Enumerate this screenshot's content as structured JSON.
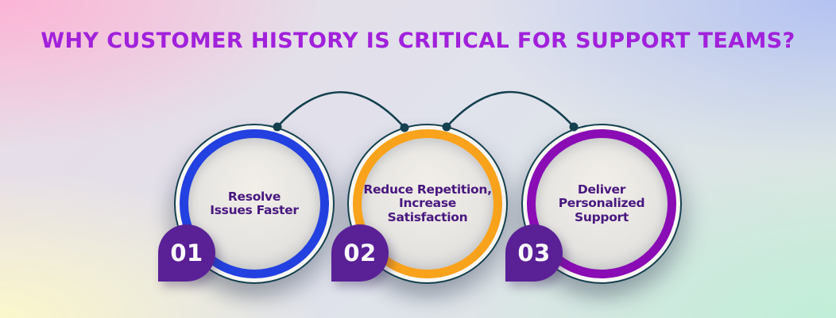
{
  "title": "WHY CUSTOMER HISTORY IS CRITICAL FOR SUPPORT TEAMS?",
  "colors": {
    "title_text": "#A121DB",
    "label_text": "#49187F",
    "badge_bg": "#5A2096",
    "badge_text": "#FFFFFF",
    "outline_and_arcs": "#14404F",
    "ring_blue": "#2340E0",
    "ring_orange": "#F9A21B",
    "ring_purple": "#8A0CB5",
    "bg_top_left": "#FCB4D6",
    "bg_top_right": "#B4C2F2",
    "bg_bottom_left": "#FBF7CB",
    "bg_bottom_right": "#C0EED8"
  },
  "steps": [
    {
      "number": "01",
      "lines": [
        "Resolve",
        "Issues Faster"
      ],
      "ring_color": "#2340E0"
    },
    {
      "number": "02",
      "lines": [
        "Reduce Repetition,",
        "Increase Satisfaction"
      ],
      "ring_color": "#F9A21B"
    },
    {
      "number": "03",
      "lines": [
        "Deliver Personalized",
        "Support"
      ],
      "ring_color": "#8A0CB5"
    }
  ]
}
